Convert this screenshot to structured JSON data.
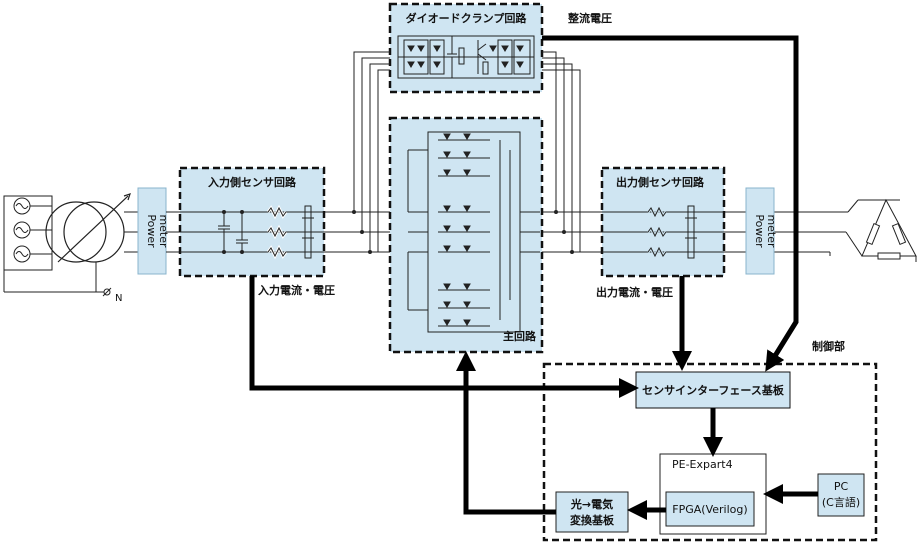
{
  "diagram": {
    "blocks": {
      "diode_clamp": "ダイオードクランプ回路",
      "input_sensor": "入力側センサ回路",
      "output_sensor": "出力側センサ回路",
      "main_circuit": "主回路",
      "control": "制御部",
      "sensor_interface": "センサインターフェース基板",
      "pe_expert": "PE-Expart4",
      "fpga": "FPGA(Verilog)",
      "pc_line1": "PC",
      "pc_line2": "(C言語)",
      "opt_line1": "光→電気",
      "opt_line2": "変換基板"
    },
    "power_meter": {
      "line1": "Power",
      "line2": "meter"
    },
    "labels": {
      "rectified_voltage": "整流電圧",
      "input_cv": "入力電流・電圧",
      "output_cv": "出力電流・電圧",
      "neutral": "N"
    }
  }
}
